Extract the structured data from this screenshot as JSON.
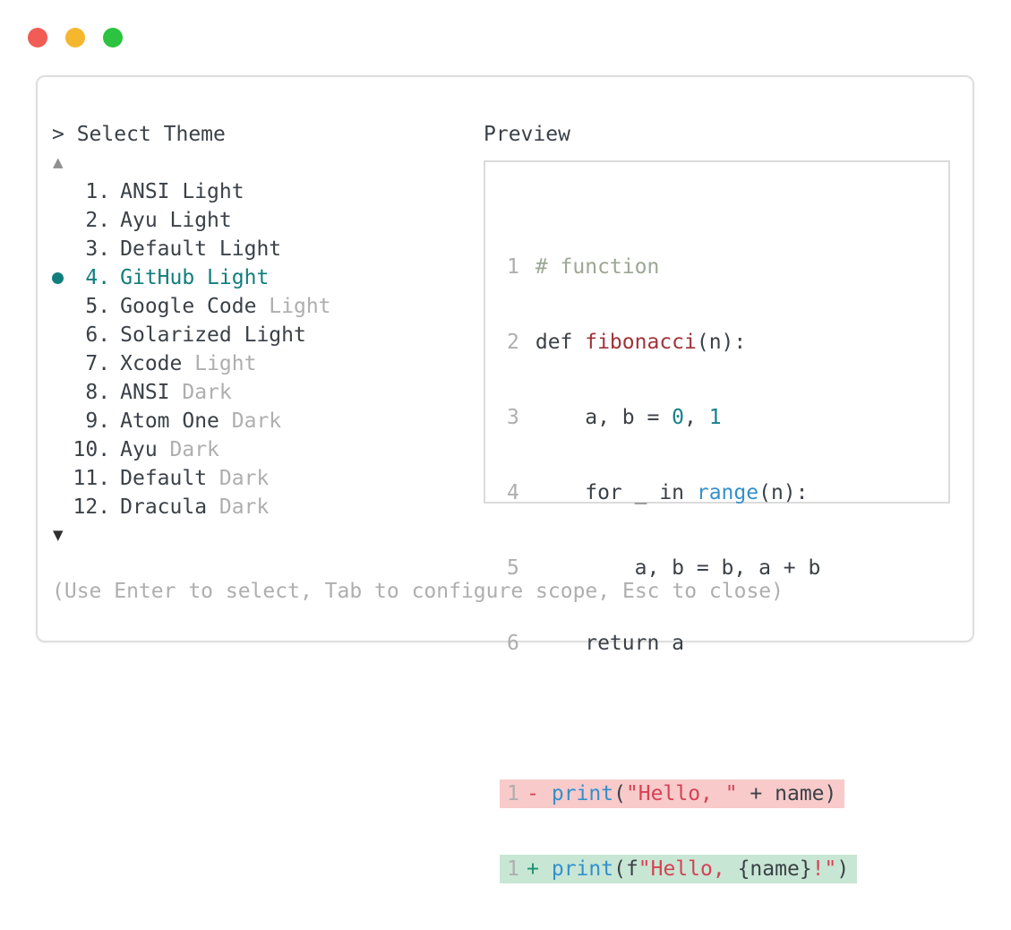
{
  "colors": {
    "accent_teal": "#117e7d",
    "number_teal": "#17808a",
    "text_dark": "#3b4148",
    "text_gray": "#aeaeae",
    "comment_green": "#9ca793",
    "function_red": "#a03339",
    "builtin_blue": "#3390cd",
    "string_red": "#d64254",
    "diff_add_sign": "#1b9171",
    "diff_del_bg": "#f8caca",
    "diff_add_bg": "#c8e6d4",
    "window_border": "#dedede",
    "preview_border": "#dbdbdb",
    "scroll_up_gray": "#909090",
    "scroll_down_dark": "#2e2e2e",
    "traffic_red": "#f15c55",
    "traffic_yellow": "#f5b72e",
    "traffic_green": "#2cc340"
  },
  "prompt": {
    "caret": ">",
    "title": "Select Theme"
  },
  "theme_list": {
    "scroll_up_indicator": "▲",
    "scroll_down_indicator": "▼",
    "items": [
      {
        "number": "1.",
        "name": "ANSI Light",
        "suffix": "",
        "selected": false
      },
      {
        "number": "2.",
        "name": "Ayu Light",
        "suffix": "",
        "selected": false
      },
      {
        "number": "3.",
        "name": "Default Light",
        "suffix": "",
        "selected": false
      },
      {
        "number": "4.",
        "name": "GitHub Light",
        "suffix": "",
        "selected": true
      },
      {
        "number": "5.",
        "name": "Google Code",
        "suffix": "Light",
        "selected": false
      },
      {
        "number": "6.",
        "name": "Solarized Light",
        "suffix": "",
        "selected": false
      },
      {
        "number": "7.",
        "name": "Xcode",
        "suffix": "Light",
        "selected": false
      },
      {
        "number": "8.",
        "name": "ANSI",
        "suffix": "Dark",
        "selected": false
      },
      {
        "number": "9.",
        "name": "Atom One",
        "suffix": "Dark",
        "selected": false
      },
      {
        "number": "10.",
        "name": "Ayu",
        "suffix": "Dark",
        "selected": false
      },
      {
        "number": "11.",
        "name": "Default",
        "suffix": "Dark",
        "selected": false
      },
      {
        "number": "12.",
        "name": "Dracula",
        "suffix": "Dark",
        "selected": false
      }
    ]
  },
  "preview": {
    "title": "Preview",
    "code_lines": [
      {
        "num": "1",
        "tokens": [
          {
            "text": "# function",
            "color": "comment"
          }
        ]
      },
      {
        "num": "2",
        "tokens": [
          {
            "text": "def ",
            "color": "dark"
          },
          {
            "text": "fibonacci",
            "color": "func"
          },
          {
            "text": "(n):",
            "color": "dark"
          }
        ]
      },
      {
        "num": "3",
        "tokens": [
          {
            "text": "    a, b = ",
            "color": "dark"
          },
          {
            "text": "0",
            "color": "num"
          },
          {
            "text": ", ",
            "color": "dark"
          },
          {
            "text": "1",
            "color": "num"
          }
        ]
      },
      {
        "num": "4",
        "tokens": [
          {
            "text": "    for _ in ",
            "color": "dark"
          },
          {
            "text": "range",
            "color": "blue"
          },
          {
            "text": "(n):",
            "color": "dark"
          }
        ]
      },
      {
        "num": "5",
        "tokens": [
          {
            "text": "        a, b = b, a + b",
            "color": "dark"
          }
        ]
      },
      {
        "num": "6",
        "tokens": [
          {
            "text": "    return a",
            "color": "dark"
          }
        ]
      }
    ],
    "diff_lines": [
      {
        "num": "1",
        "kind": "removed",
        "tokens": [
          {
            "text": "- ",
            "color": "del"
          },
          {
            "text": "print",
            "color": "blue"
          },
          {
            "text": "(",
            "color": "dark"
          },
          {
            "text": "\"Hello, \"",
            "color": "str"
          },
          {
            "text": " + name)",
            "color": "dark"
          }
        ]
      },
      {
        "num": "1",
        "kind": "added",
        "tokens": [
          {
            "text": "+ ",
            "color": "add"
          },
          {
            "text": "print",
            "color": "blue"
          },
          {
            "text": "(f",
            "color": "dark"
          },
          {
            "text": "\"Hello, ",
            "color": "str"
          },
          {
            "text": "{name}",
            "color": "dark"
          },
          {
            "text": "!\"",
            "color": "str"
          },
          {
            "text": ")",
            "color": "dark"
          }
        ]
      }
    ]
  },
  "footer": {
    "hint": "(Use Enter to select, Tab to configure scope, Esc to close)"
  }
}
